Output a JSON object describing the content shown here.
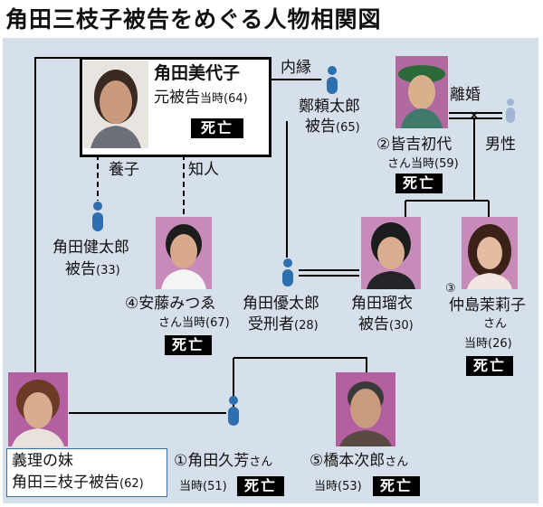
{
  "title": "角田三枝子被告をめぐる人物相関図",
  "relations": {
    "naien": "内縁",
    "yoshi": "養子",
    "chijin": "知人",
    "rikon": "離婚"
  },
  "status_dead": "死亡",
  "people": {
    "miyoko": {
      "name": "角田美代子",
      "role": "元被告",
      "tense": "当時",
      "age": "(64)"
    },
    "tei": {
      "name": "鄭頼太郎",
      "role": "被告",
      "age": "(65)"
    },
    "minayoshi": {
      "number": "②",
      "name": "皆吉初代",
      "honorific": "さん",
      "tense": "当時",
      "age": "(59)"
    },
    "male": {
      "label": "男性"
    },
    "kenta": {
      "name": "角田健太郎",
      "role": "被告",
      "age": "(33)"
    },
    "ando": {
      "number": "④",
      "name": "安藤みつゑ",
      "honorific": "さん",
      "tense": "当時",
      "age": "(67)"
    },
    "yuta": {
      "name": "角田優太郎",
      "role": "受刑者",
      "age": "(28)"
    },
    "rui": {
      "name": "角田瑠衣",
      "role": "被告",
      "age": "(30)"
    },
    "nakajima": {
      "number": "③",
      "name": "仲島茉莉子",
      "honorific": "さん",
      "tense": "当時",
      "age": "(26)"
    },
    "mieko": {
      "relation": "義理の妹",
      "name": "角田三枝子被告",
      "age": "(62)"
    },
    "hisayoshi": {
      "number": "①",
      "name": "角田久芳",
      "honorific": "さん",
      "tense": "当時",
      "age": "(51)"
    },
    "hashimoto": {
      "number": "⑤",
      "name": "橋本次郎",
      "honorific": "さん",
      "tense": "当時",
      "age": "(53)"
    }
  },
  "colors": {
    "panel": "#d6e0ea",
    "icon": "#2e6fae",
    "line": "#000000",
    "box_border": "#3d6fa7"
  }
}
